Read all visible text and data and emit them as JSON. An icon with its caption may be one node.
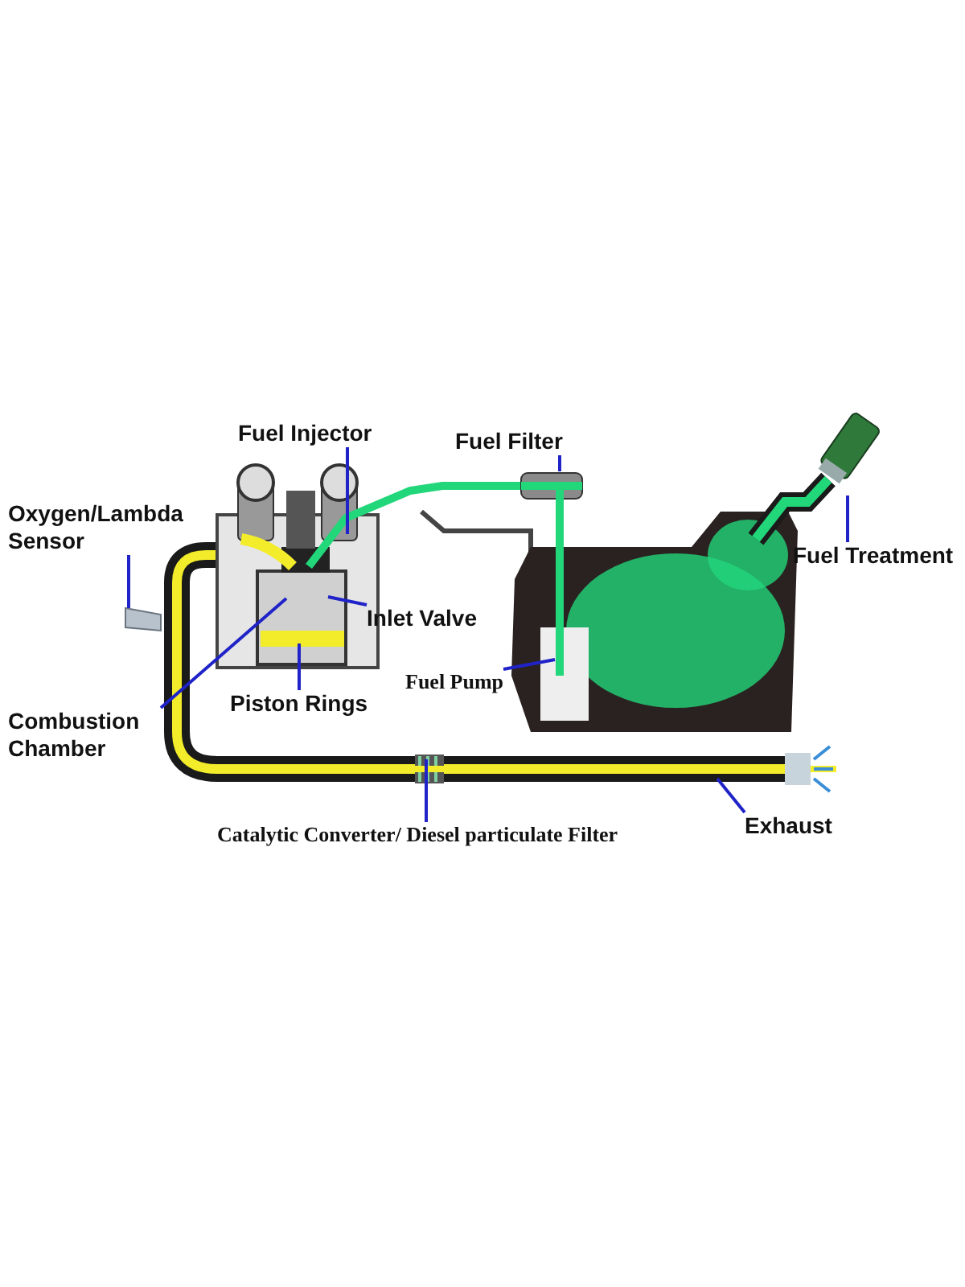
{
  "diagram": {
    "nodes": [
      {
        "text": [
          "Fuel Injector"
        ]
      },
      {
        "text": [
          "Fuel Filter"
        ]
      },
      {
        "text": [
          "Oxygen/Lambda Sensor"
        ]
      },
      {
        "text": [
          "Fuel Treatment"
        ]
      },
      {
        "text": [
          "Inlet Valve"
        ]
      },
      {
        "text": [
          "Fuel Pump"
        ]
      },
      {
        "text": [
          "Piston Rings"
        ]
      },
      {
        "text": [
          "Combustion Chamber"
        ]
      },
      {
        "text": [
          "Exhaust"
        ]
      },
      {
        "text": [
          "Catalytic Converter/ Diesel particulate Filter"
        ]
      }
    ],
    "edges": [
      {
        "from": 0,
        "to": null,
        "arrow": "none"
      },
      {
        "from": 1,
        "to": null,
        "arrow": "none"
      },
      {
        "from": 2,
        "to": null,
        "arrow": "none"
      },
      {
        "from": 3,
        "to": null,
        "arrow": "none"
      },
      {
        "from": 4,
        "to": null,
        "arrow": "none"
      },
      {
        "from": 5,
        "to": null,
        "arrow": "none"
      },
      {
        "from": 6,
        "to": null,
        "arrow": "none"
      },
      {
        "from": 7,
        "to": null,
        "arrow": "none"
      },
      {
        "from": 8,
        "to": null,
        "arrow": "none"
      },
      {
        "from": 9,
        "to": null,
        "arrow": "none"
      }
    ]
  }
}
